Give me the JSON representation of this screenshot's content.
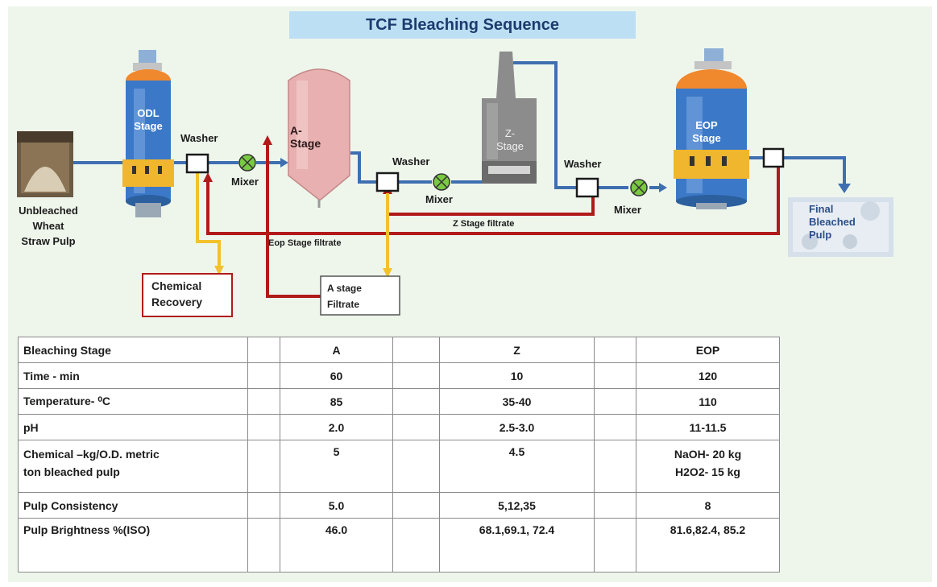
{
  "title": "TCF Bleaching Sequence",
  "diagram": {
    "input_label": "Unbleached\nWheat\nStraw Pulp",
    "output_label": "Final\nBleached\nPulp",
    "vessels": {
      "odl": "ODL\nStage",
      "a": "A-\nStage",
      "z": "Z-\nStage",
      "eop": "EOP\nStage"
    },
    "washer_label": "Washer",
    "mixer_label": "Mixer",
    "z_filtrate": "Z Stage filtrate",
    "eop_filtrate": "Eop Stage filtrate",
    "chemical_recovery": "Chemical\nRecovery",
    "a_filtrate": "A stage\nFiltrate",
    "colors": {
      "pipe": "#3f6fb0",
      "filtrate_red": "#b11a1a",
      "filtrate_yellow": "#f2c12e",
      "vessel_blue": "#3b78c8",
      "vessel_pink": "#e8b0b0",
      "vessel_gray": "#8c8c8c",
      "mixer_green": "#7ac943"
    }
  },
  "table": {
    "headers": [
      "Bleaching Stage",
      "",
      "A",
      "",
      "Z",
      "",
      "EOP"
    ],
    "rows": [
      [
        "Time - min",
        "",
        "60",
        "",
        "10",
        "",
        "120"
      ],
      [
        "Temperature- ⁰C",
        "",
        "85",
        "",
        "35-40",
        "",
        "110"
      ],
      [
        "pH",
        "",
        "2.0",
        "",
        "2.5-3.0",
        "",
        "11-11.5"
      ],
      [
        "Chemical –kg/O.D. metric\nton bleached pulp",
        "",
        "5",
        "",
        "4.5",
        "",
        "NaOH- 20 kg\nH2O2- 15 kg"
      ],
      [
        "Pulp Consistency",
        "",
        "5.0",
        "",
        "5,12,35",
        "",
        "8"
      ],
      [
        "Pulp Brightness %(ISO)",
        "",
        "46.0",
        "",
        "68.1,69.1, 72.4",
        "",
        "81.6,82.4, 85.2"
      ]
    ]
  }
}
